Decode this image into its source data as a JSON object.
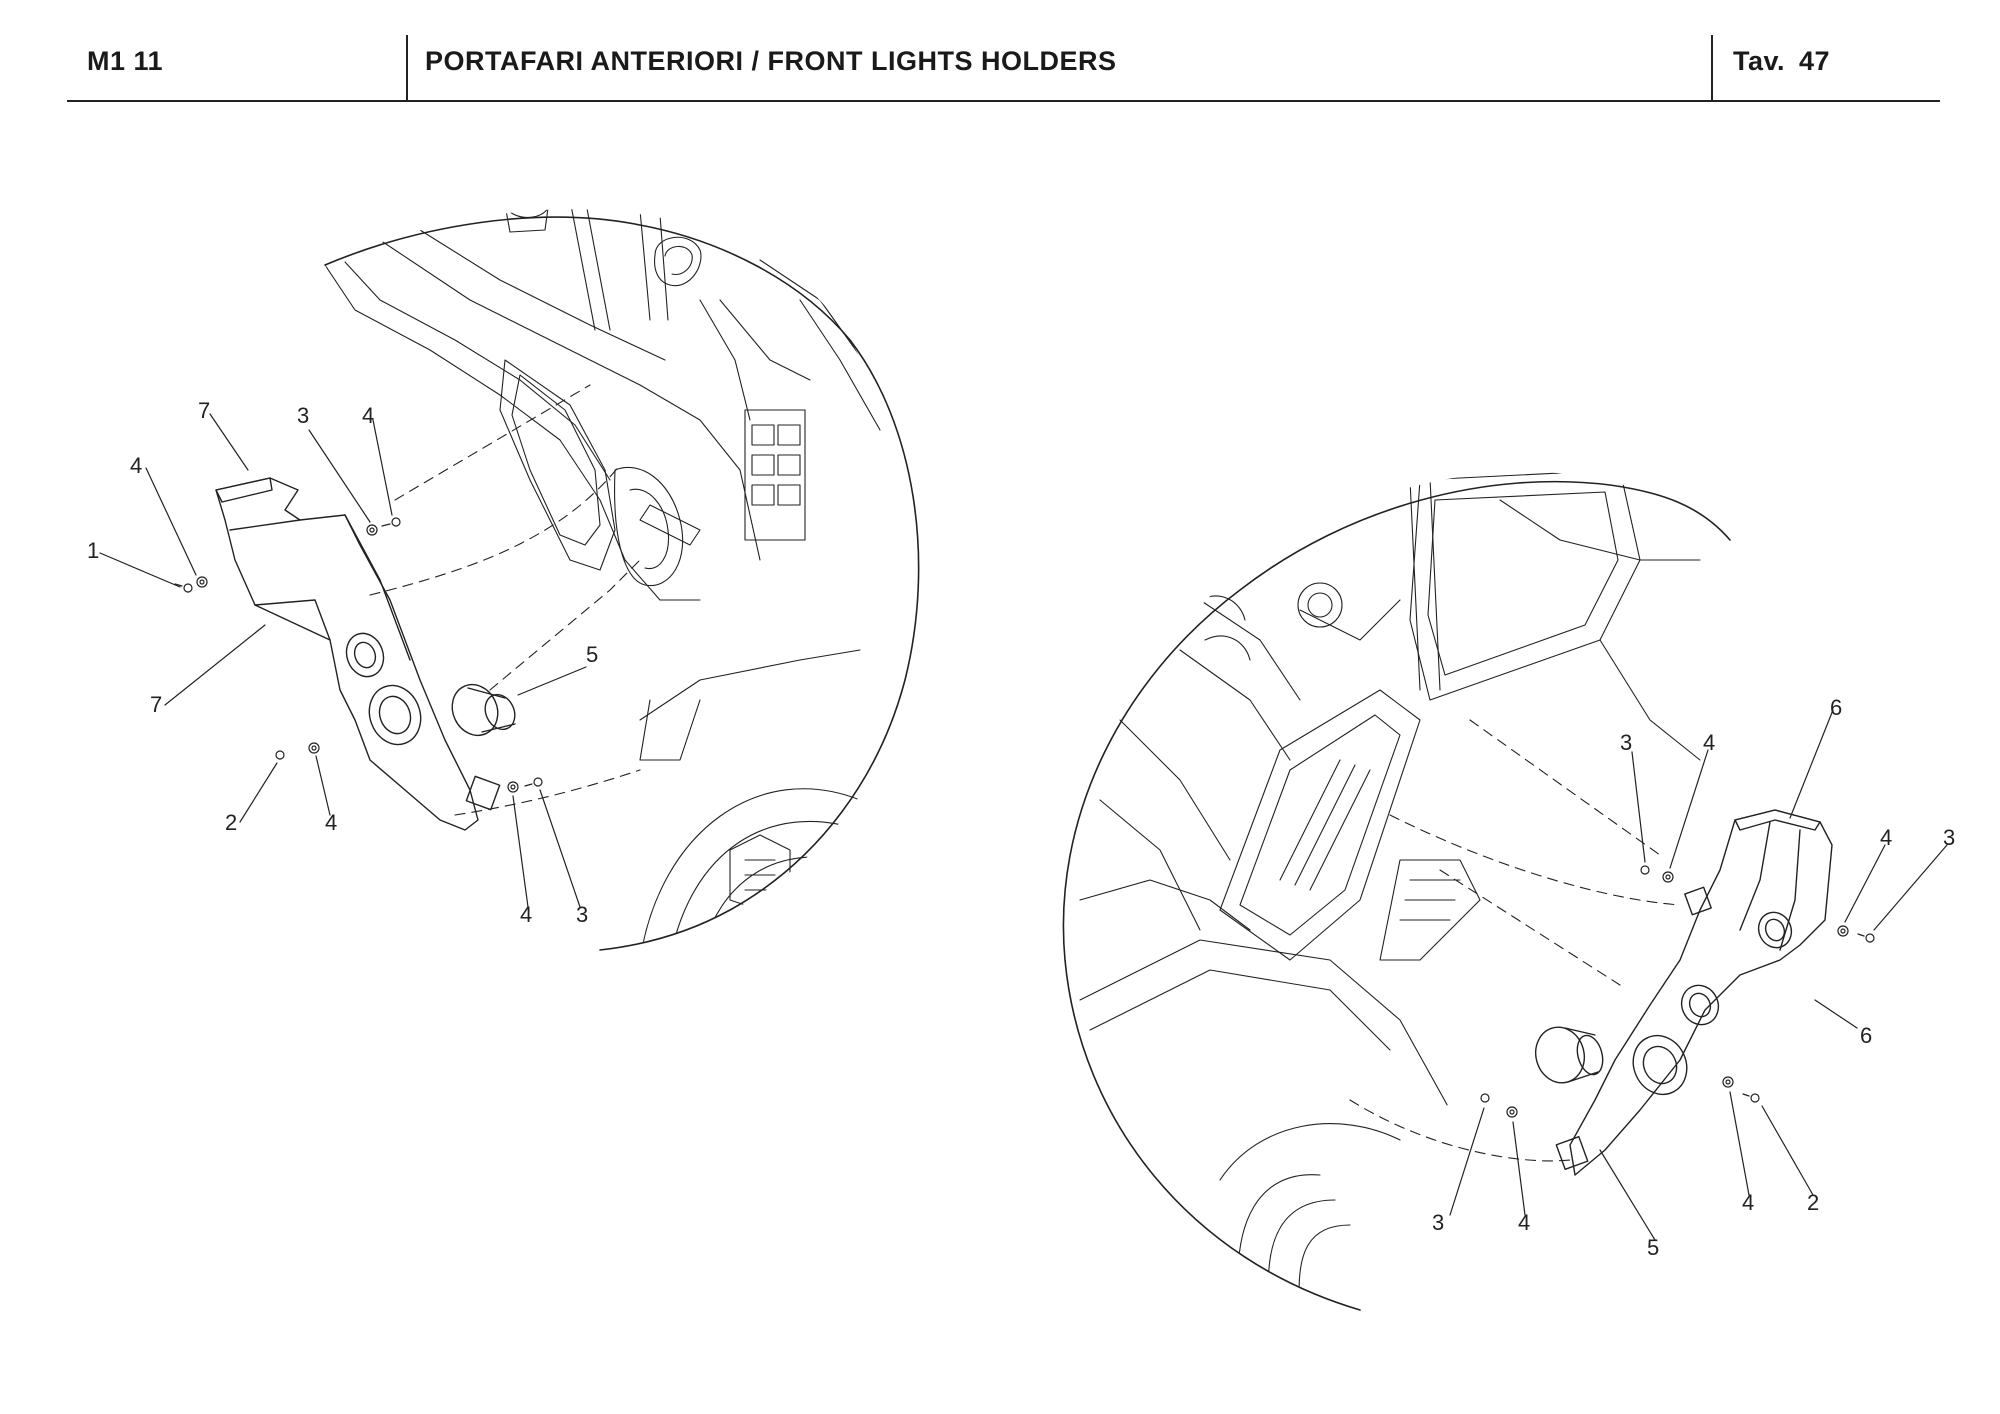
{
  "header": {
    "model": "M1 11",
    "title": "PORTAFARI ANTERIORI / FRONT LIGHTS HOLDERS",
    "tav_label": "Tav.",
    "tav_number": "47"
  },
  "left_view": {
    "callouts": [
      "7",
      "4",
      "3",
      "4",
      "1",
      "7",
      "5",
      "2",
      "4",
      "4",
      "3"
    ]
  },
  "right_view": {
    "callouts": [
      "6",
      "3",
      "4",
      "4",
      "3",
      "6",
      "3",
      "4",
      "5",
      "4",
      "2"
    ]
  },
  "colors": {
    "line": "#222222",
    "background": "#ffffff"
  }
}
